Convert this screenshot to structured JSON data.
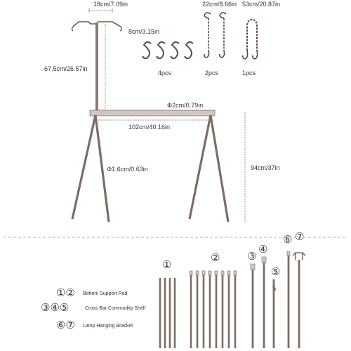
{
  "top": {
    "pole_width": "18cm/7.09in",
    "pole_height": "67.5cm/26.57in",
    "s_hooks": {
      "size": "8cm/3.15in",
      "count": "4pcs"
    },
    "double_hooks": {
      "size": "22cm/8.66in",
      "count": "2pcs"
    },
    "chain_hook": {
      "size": "53cm/20.87in",
      "count": "1pcs"
    },
    "bar_diameter": "Φ2cm/0.79in",
    "bar_length": "102cm/40.16in",
    "leg_diameter": "Φ1.6cm/0.63in",
    "rack_height": "94cm/37in"
  },
  "parts": {
    "numerals": [
      "①",
      "②",
      "③",
      "④",
      "⑤",
      "⑥",
      "⑦"
    ],
    "legend": [
      {
        "marks": "①②",
        "label": "Bottom Support Rod"
      },
      {
        "marks": "③④⑤",
        "label": "Cross Bar Commodity Shelf"
      },
      {
        "marks": "⑥⑦",
        "label": "Lamp Hanging Bracket"
      }
    ]
  }
}
